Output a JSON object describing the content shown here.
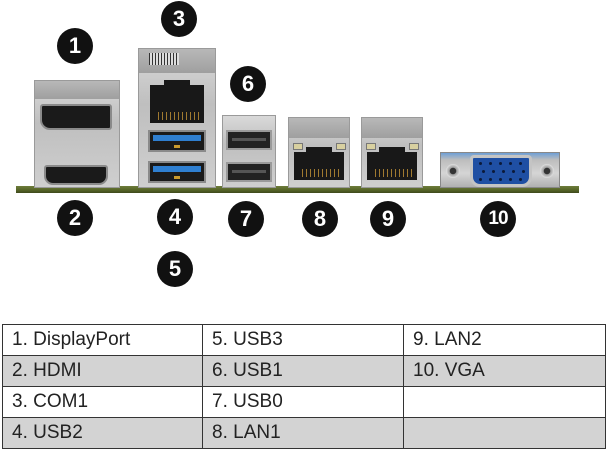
{
  "diagram": {
    "title": "",
    "callouts": [
      {
        "id": "callout-1",
        "label": "1",
        "port": "DisplayPort"
      },
      {
        "id": "callout-2",
        "label": "2",
        "port": "HDMI"
      },
      {
        "id": "callout-3",
        "label": "3",
        "port": "COM1"
      },
      {
        "id": "callout-4",
        "label": "4",
        "port": "USB2"
      },
      {
        "id": "callout-5",
        "label": "5",
        "port": "USB3"
      },
      {
        "id": "callout-6",
        "label": "6",
        "port": "USB1"
      },
      {
        "id": "callout-7",
        "label": "7",
        "port": "USB0"
      },
      {
        "id": "callout-8",
        "label": "8",
        "port": "LAN1"
      },
      {
        "id": "callout-9",
        "label": "9",
        "port": "LAN2"
      },
      {
        "id": "callout-10",
        "label": "10",
        "port": "VGA"
      }
    ],
    "colors": {
      "callout_bg": "#111111",
      "pcb": "#556327",
      "usb3_blue": "#2f7fd0",
      "vga_blue": "#1f4fa3",
      "row_alt": "#d3d3d3"
    }
  },
  "legend": {
    "rows": [
      [
        "1. DisplayPort",
        "5. USB3",
        "9. LAN2"
      ],
      [
        "2. HDMI",
        "6. USB1",
        "10. VGA"
      ],
      [
        "3. COM1",
        "7. USB0",
        ""
      ],
      [
        "4. USB2",
        "8. LAN1",
        ""
      ]
    ]
  }
}
